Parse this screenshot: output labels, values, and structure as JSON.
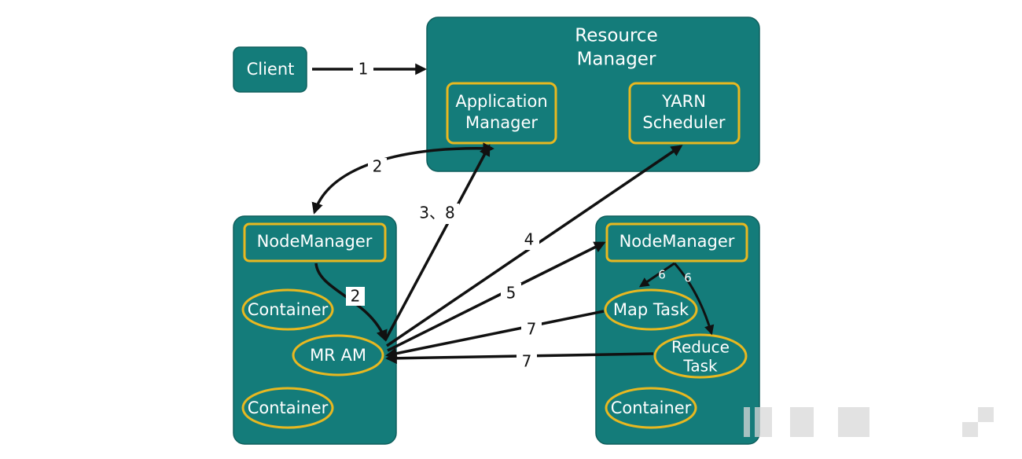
{
  "resource_manager": {
    "title_line1": "Resource",
    "title_line2": "Manager",
    "application_manager": {
      "line1": "Application",
      "line2": "Manager"
    },
    "yarn_scheduler": {
      "line1": "YARN",
      "line2": "Scheduler"
    }
  },
  "client": {
    "label": "Client"
  },
  "left_node": {
    "node_manager": "NodeManager",
    "container_1": "Container",
    "mr_am": "MR AM",
    "container_2": "Container"
  },
  "right_node": {
    "node_manager": "NodeManager",
    "map_task": "Map Task",
    "reduce_task": {
      "line1": "Reduce",
      "line2": "Task"
    },
    "container": "Container"
  },
  "steps": {
    "s1": "1",
    "s2_top": "2",
    "s2_inner": "2",
    "s3_8": "3、8",
    "s4": "4",
    "s5": "5",
    "s6_left": "6",
    "s6_right": "6",
    "s7_map": "7",
    "s7_reduce": "7"
  },
  "colors": {
    "box_fill": "#147c7a",
    "highlight_border": "#e8b820",
    "arrow": "#111111"
  }
}
